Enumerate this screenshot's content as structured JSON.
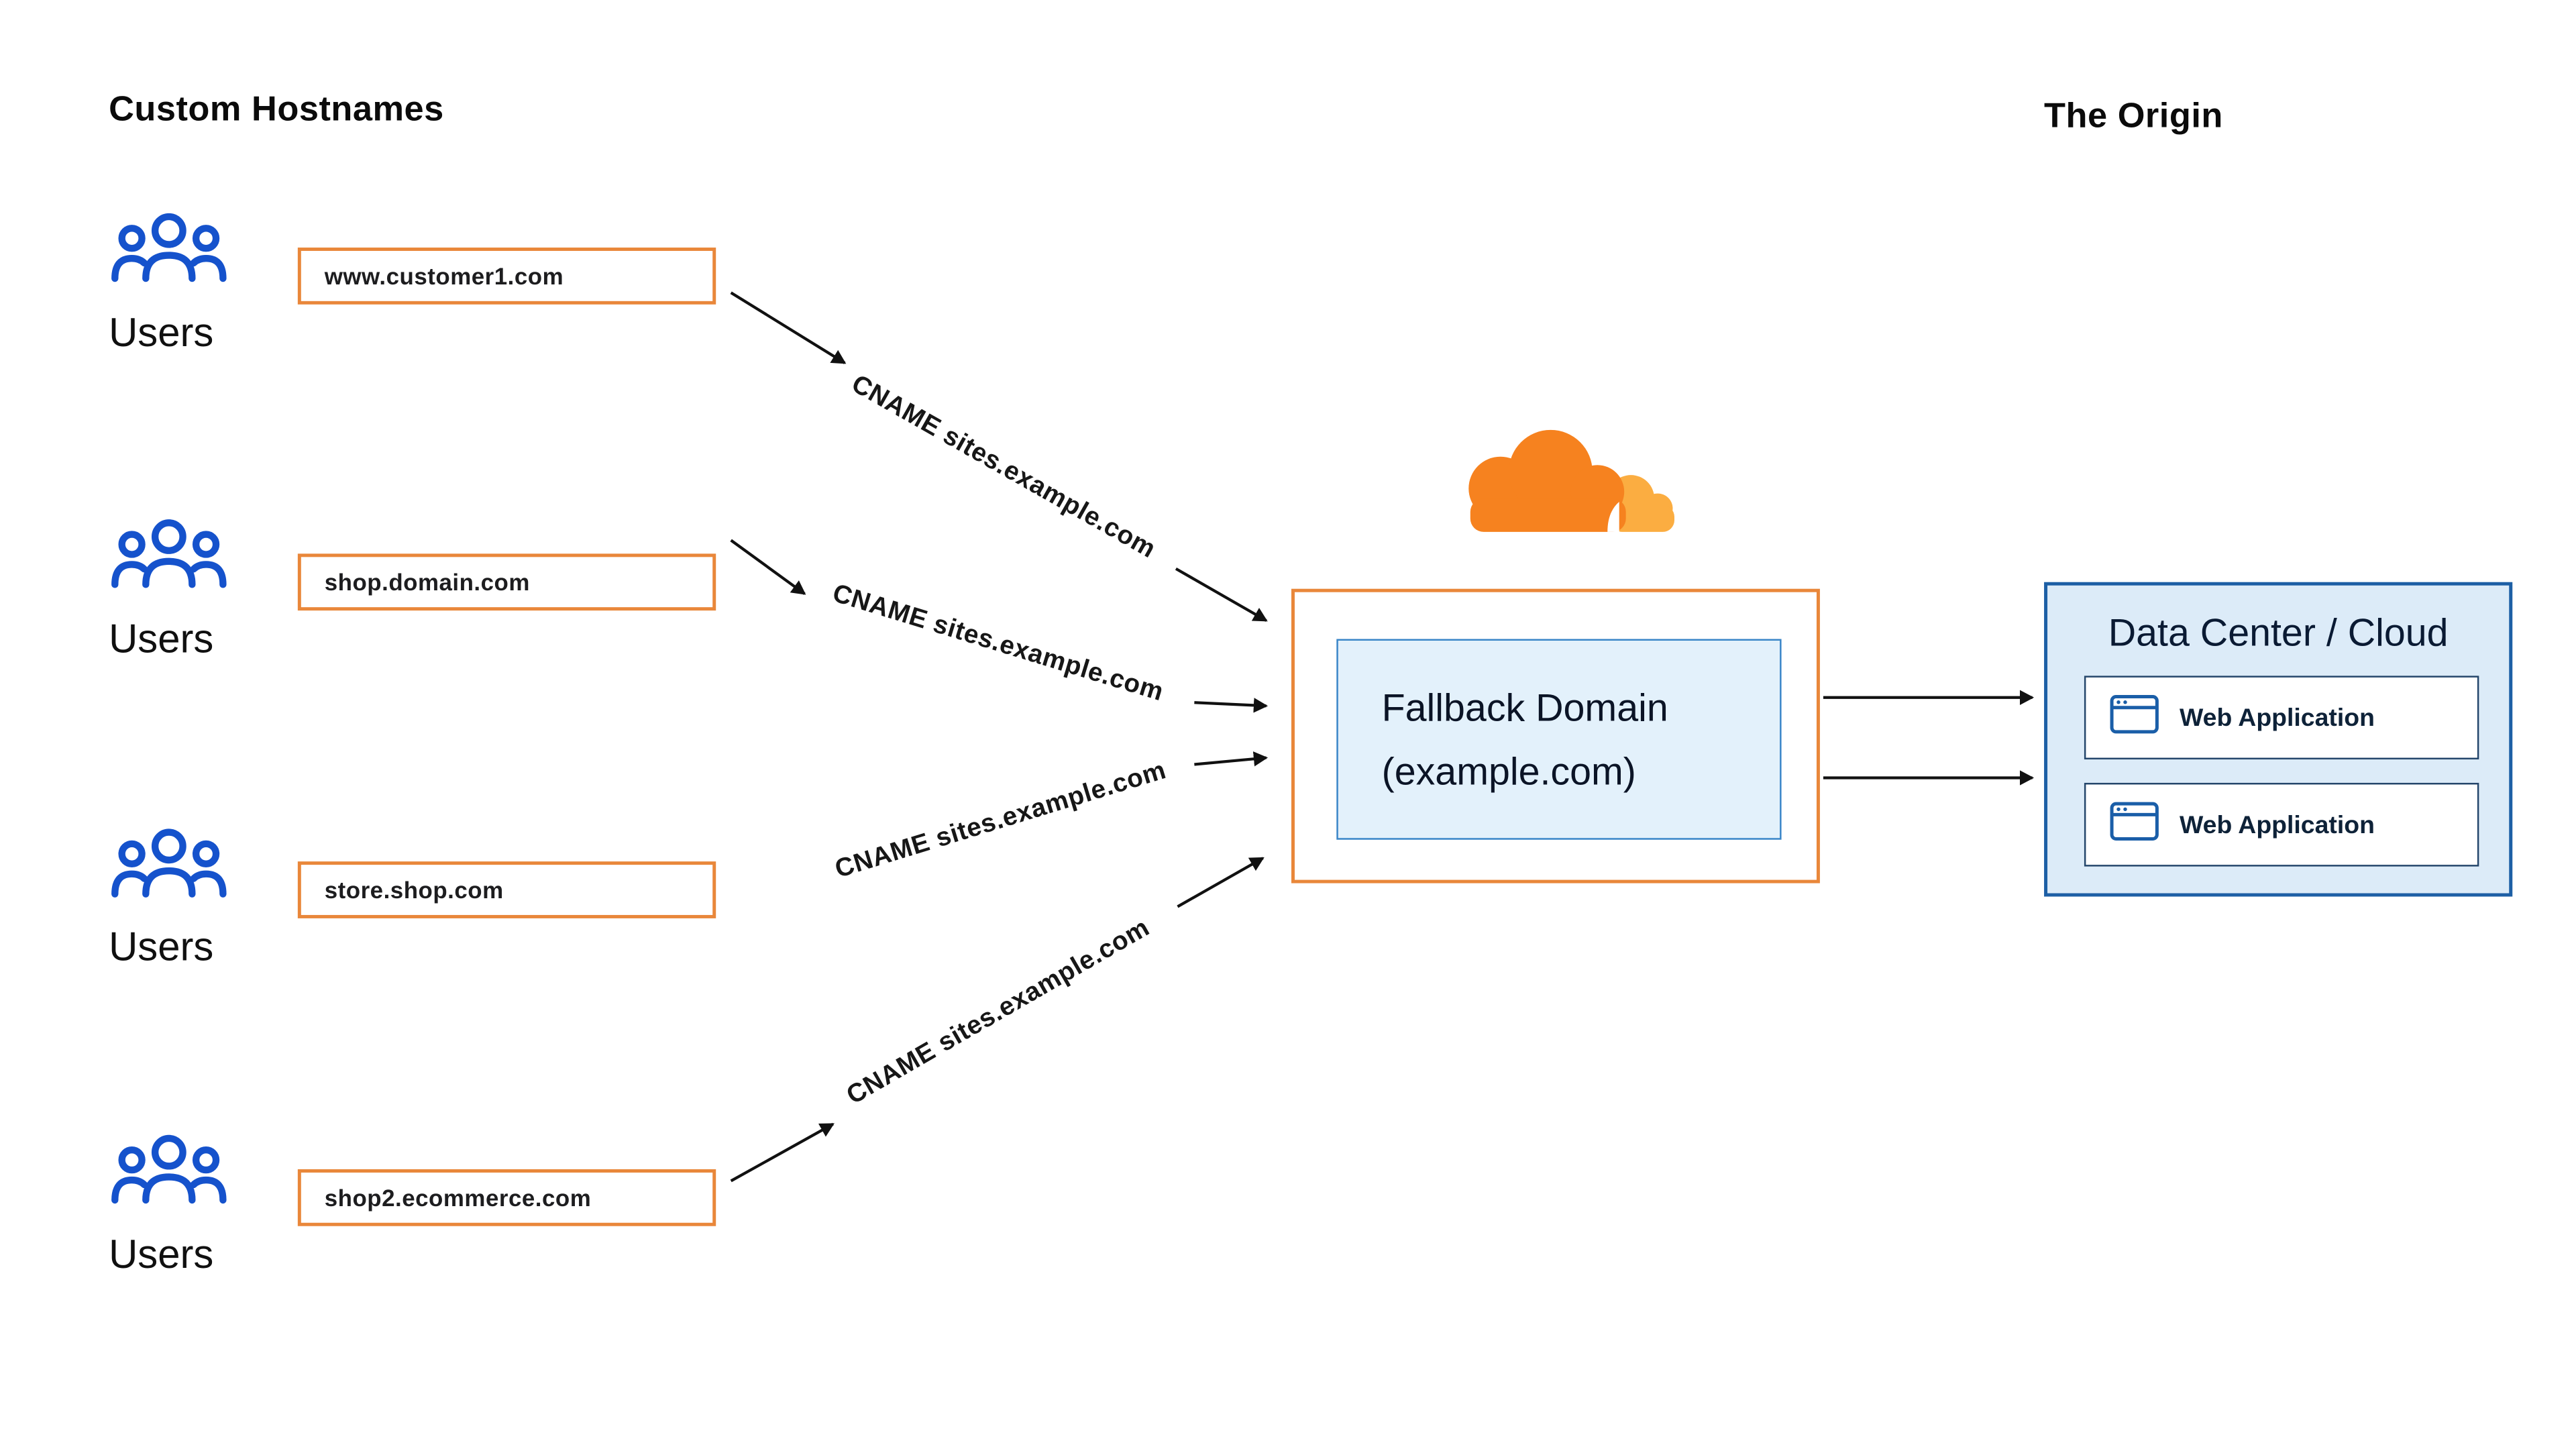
{
  "header": {
    "left_title": "Custom Hostnames",
    "right_title": "The Origin"
  },
  "rows": [
    {
      "user_label": "Users",
      "hostname": "www.customer1.com",
      "cname": "CNAME sites.example.com"
    },
    {
      "user_label": "Users",
      "hostname": "shop.domain.com",
      "cname": "CNAME sites.example.com"
    },
    {
      "user_label": "Users",
      "hostname": "store.shop.com",
      "cname": "CNAME sites.example.com"
    },
    {
      "user_label": "Users",
      "hostname": "shop2.ecommerce.com",
      "cname": "CNAME sites.example.com"
    }
  ],
  "cloudflare": {
    "logo": "cloudflare-logo"
  },
  "fallback": {
    "line1": "Fallback Domain",
    "line2": "(example.com)"
  },
  "origin": {
    "title": "Data Center / Cloud",
    "apps": [
      {
        "label": "Web Application",
        "icon": "browser-window-icon"
      },
      {
        "label": "Web Application",
        "icon": "browser-window-icon"
      }
    ]
  },
  "icons": {
    "users": "users-group-icon"
  },
  "colors": {
    "orange": "#E9873A",
    "cloudflare_orange": "#F6821F",
    "cloudflare_gold": "#FBAD41",
    "users_blue": "#1552CC",
    "origin_border_blue": "#1D5FA5",
    "origin_fill_blue": "#DCEBF8",
    "fallback_inner_fill": "#E3F1FB",
    "arrow_black": "#111111"
  }
}
